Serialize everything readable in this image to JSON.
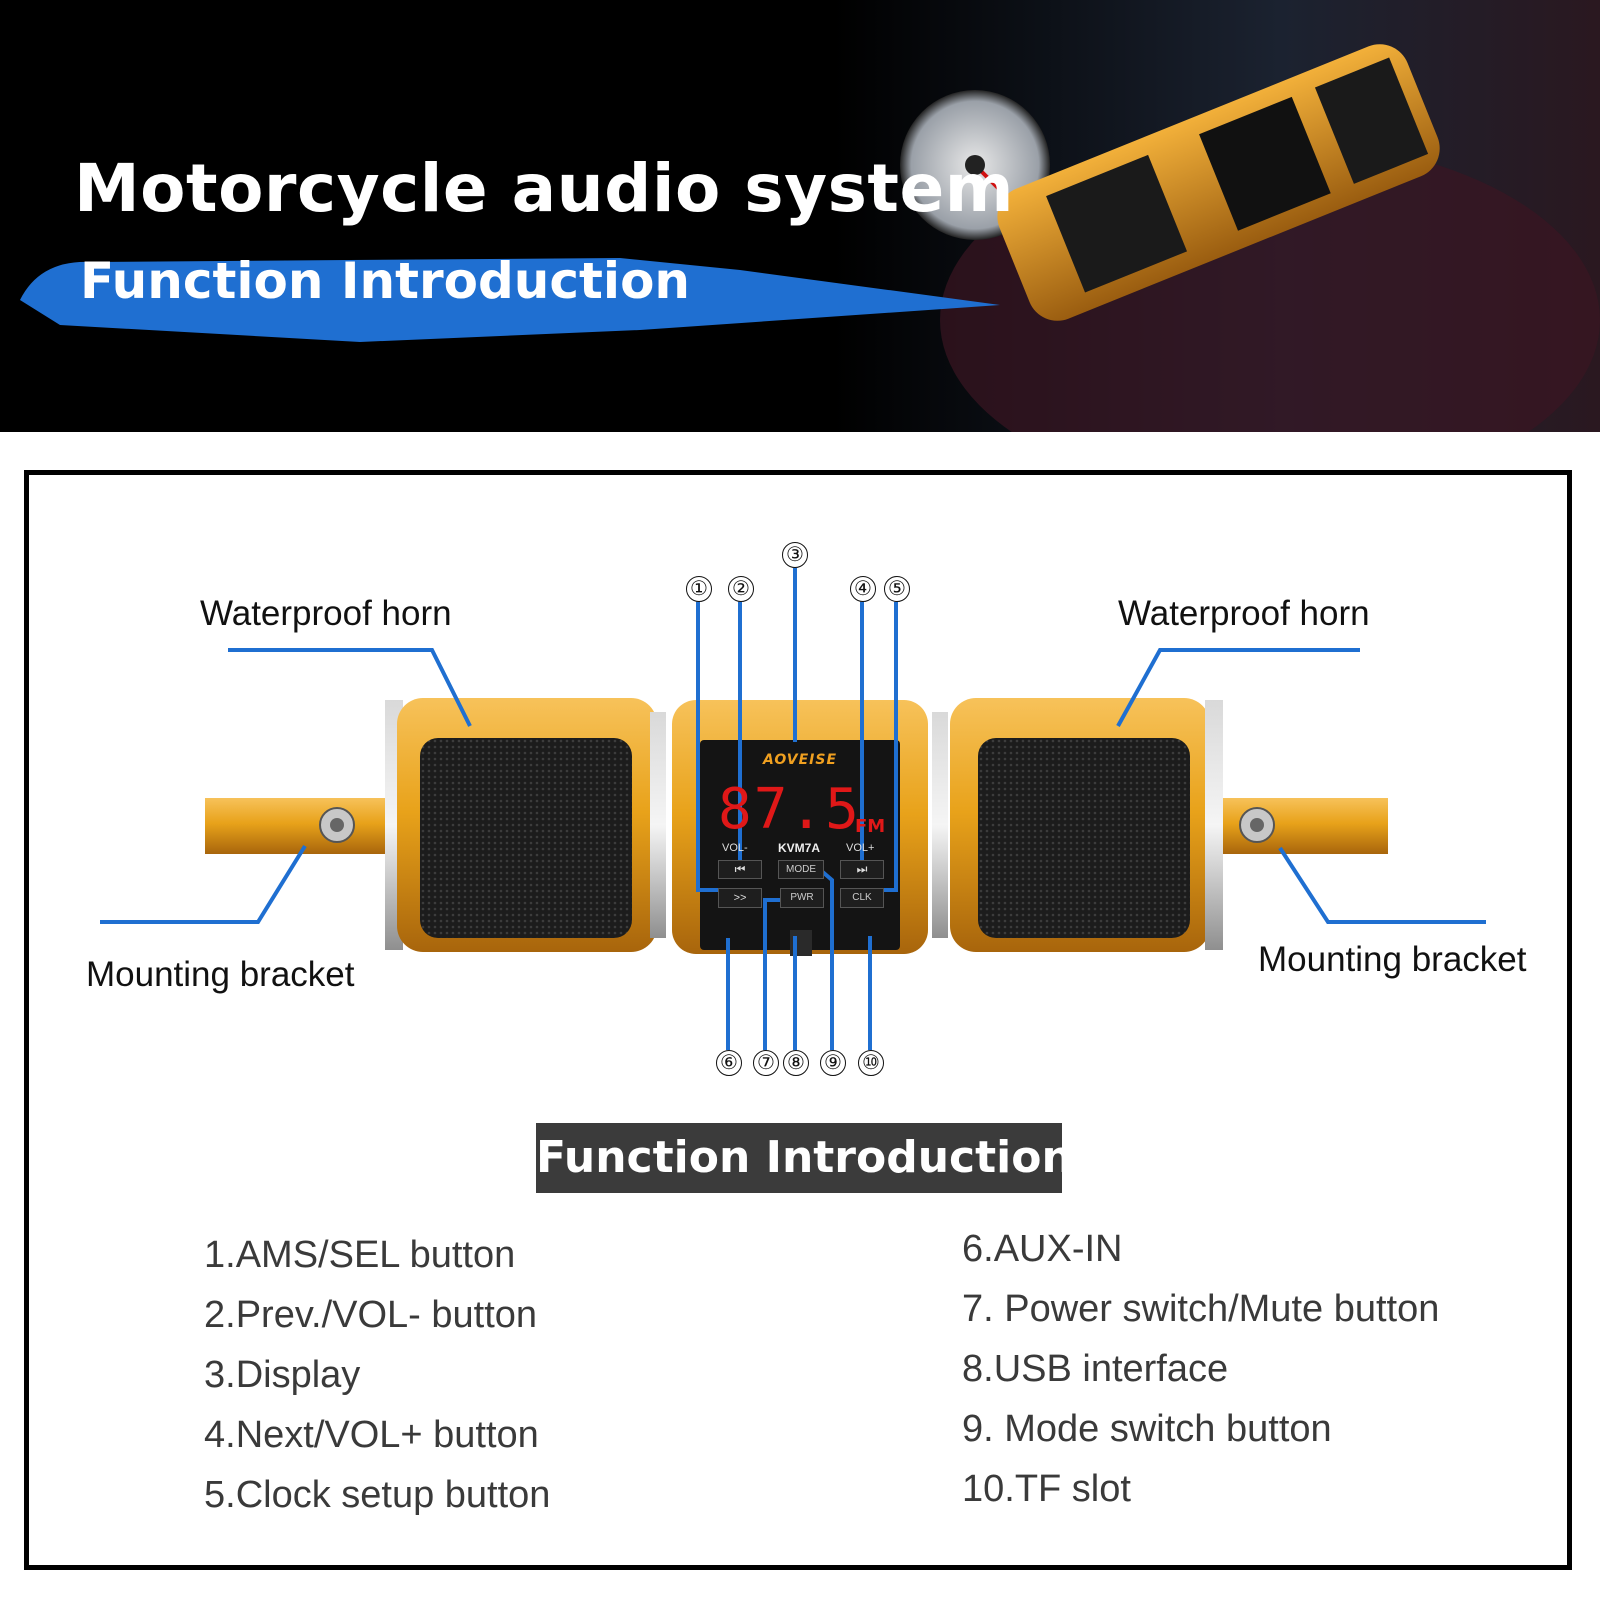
{
  "banner": {
    "title": "Motorcycle audio system",
    "subtitle": "Function Introduction"
  },
  "diagram": {
    "labels": {
      "horn_left": "Waterproof horn",
      "horn_right": "Waterproof horn",
      "bracket_left": "Mounting bracket",
      "bracket_right": "Mounting bracket"
    },
    "device": {
      "brand": "AOVEISE",
      "frequency": "87.5",
      "band": "FM",
      "model": "KVM7A",
      "vol_minus": "VOL-",
      "vol_plus": "VOL+",
      "prev_symbol": "⏮",
      "next_symbol": "⏭",
      "mode": "MODE",
      "ams": ">>",
      "pwr": "PWR",
      "clk": "CLK"
    },
    "callouts": [
      "①",
      "②",
      "③",
      "④",
      "⑤",
      "⑥",
      "⑦",
      "⑧",
      "⑨",
      "⑩"
    ]
  },
  "section": {
    "title": "Function Introduction",
    "features_left": [
      "1.AMS/SEL button",
      "2.Prev./VOL- button",
      "3.Display",
      "4.Next/VOL+ button",
      "5.Clock setup button"
    ],
    "features_right": [
      "6.AUX-IN",
      "7. Power switch/Mute button",
      "8.USB interface",
      "9. Mode switch button",
      "10.TF slot"
    ]
  },
  "colors": {
    "accent_blue": "#1f6fd1",
    "gold": "#e8a21a",
    "display_red": "#e01818"
  }
}
